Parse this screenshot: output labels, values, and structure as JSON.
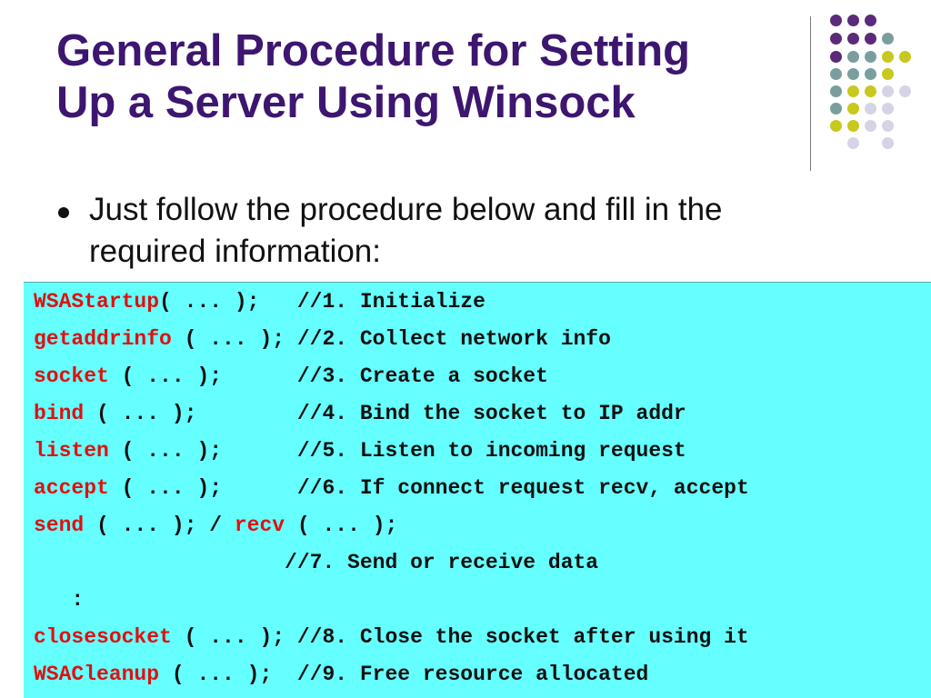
{
  "title": {
    "line1": "General Procedure for Setting",
    "line2": "Up a Server Using Winsock"
  },
  "bullet": {
    "text_line1": "Just follow the procedure below and fill in the",
    "text_line2": "required information:"
  },
  "colors": {
    "title": "#3d1670",
    "code_background": "#66ffff",
    "keyword": "#e01010",
    "dot_purple": "#5b2a7a",
    "dot_teal": "#7a9e9e",
    "dot_olive": "#c8c81e",
    "dot_lavender": "#d4d4e6"
  },
  "code": {
    "lines": [
      {
        "kw1": "WSAStartup",
        "rest1": "( ... );   //1. Initialize"
      },
      {
        "kw1": "getaddrinfo",
        "rest1": " ( ... ); //2. Collect network info"
      },
      {
        "kw1": "socket",
        "rest1": " ( ... );      //3. Create a socket"
      },
      {
        "kw1": "bind",
        "rest1": " ( ... );        //4. Bind the socket to IP addr"
      },
      {
        "kw1": "listen",
        "rest1": " ( ... );      //5. Listen to incoming request"
      },
      {
        "kw1": "accept",
        "rest1": " ( ... );      //6. If connect request recv, accept"
      },
      {
        "kw1": "send",
        "rest1": " ( ... ); / ",
        "kw2": "recv",
        "rest2": " ( ... );"
      },
      {
        "rest1": "                    //7. Send or receive data"
      },
      {
        "rest1": "   :"
      },
      {
        "kw1": "closesocket",
        "rest1": " ( ... ); //8. Close the socket after using it"
      },
      {
        "kw1": "WSACleanup",
        "rest1": " ( ... );  //9. Free resource allocated"
      }
    ]
  }
}
